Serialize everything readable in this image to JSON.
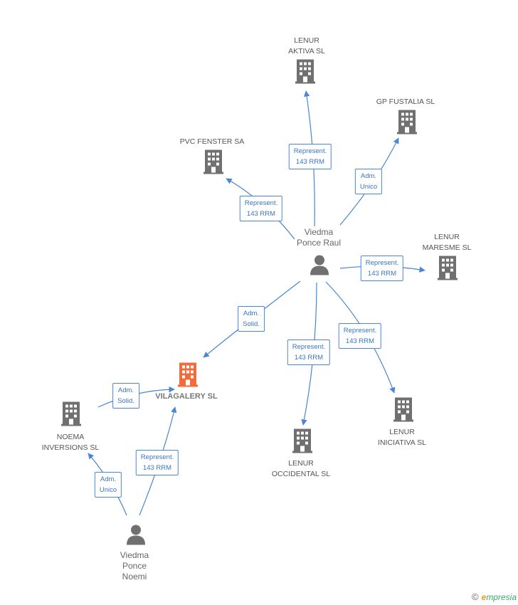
{
  "companies": {
    "vilagalery": [
      "VILAGALERY SL"
    ],
    "lenur_aktiva": [
      "LENUR",
      "AKTIVA SL"
    ],
    "gp_fustalia": [
      "GP FUSTALIA SL"
    ],
    "pvc_fenster": [
      "PVC FENSTER SA"
    ],
    "lenur_maresme": [
      "LENUR",
      "MARESME SL"
    ],
    "noema": [
      "NOEMA",
      "INVERSIONS SL"
    ],
    "lenur_occidental": [
      "LENUR",
      "OCCIDENTAL SL"
    ],
    "lenur_iniciativa": [
      "LENUR",
      "INICIATIVA SL"
    ]
  },
  "persons": {
    "raul": [
      "Viedma",
      "Ponce Raul"
    ],
    "noemi": [
      "Viedma",
      "Ponce",
      "Noemi"
    ]
  },
  "relations": {
    "raul_aktiva": [
      "Represent.",
      "143 RRM"
    ],
    "raul_fustalia": [
      "Adm.",
      "Unico"
    ],
    "raul_pvc": [
      "Represent.",
      "143 RRM"
    ],
    "raul_maresme": [
      "Represent.",
      "143 RRM"
    ],
    "raul_vilagalery": [
      "Adm.",
      "Solid."
    ],
    "raul_occidental": [
      "Represent.",
      "143 RRM"
    ],
    "raul_iniciativa": [
      "Represent.",
      "143 RRM"
    ],
    "noema_vilagalery": [
      "Adm.",
      "Solid."
    ],
    "noemi_noema": [
      "Adm.",
      "Unico"
    ],
    "noemi_vilagalery": [
      "Represent.",
      "143 RRM"
    ]
  },
  "colors": {
    "edge": "#4a86d4",
    "building": "#707070",
    "main_building": "#f26b3a",
    "person": "#707070"
  },
  "footer": {
    "copyright": "©",
    "brand_initial": "e",
    "brand_rest": "mpresia"
  }
}
